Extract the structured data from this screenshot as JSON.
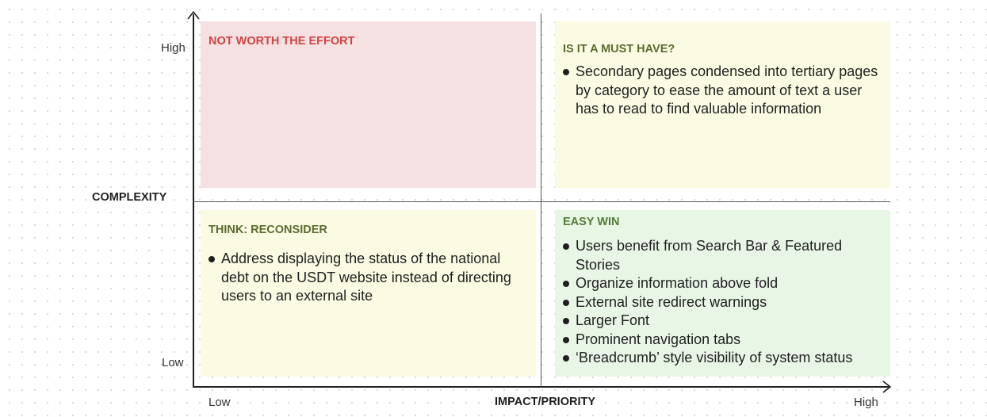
{
  "axes": {
    "y_label": "COMPLEXITY",
    "y_high": "High",
    "y_low": "Low",
    "x_label": "IMPACT/PRIORITY",
    "x_low": "Low",
    "x_high": "High"
  },
  "quadrants": {
    "top_left": {
      "title": "NOT WORTH THE EFFORT",
      "items": []
    },
    "top_right": {
      "title": "IS IT A MUST HAVE?",
      "items": [
        "Secondary pages condensed into tertiary pages by category to ease the amount of text a user has to read to find valuable information"
      ]
    },
    "bottom_left": {
      "title": "THINK: RECONSIDER",
      "items": [
        "Address displaying the status of the national debt on the USDT website instead of directing users to an external site"
      ]
    },
    "bottom_right": {
      "title": "EASY WIN",
      "items": [
        "Users benefit from Search Bar & Featured Stories",
        "Organize information above fold",
        "External site redirect warnings",
        "Larger Font",
        "Prominent navigation tabs",
        "‘Breadcrumb’ style visibility of system status"
      ]
    }
  },
  "colors": {
    "top_left_fill": "#f5e1e1",
    "top_right_fill": "#fbfbe4",
    "bottom_left_fill": "#fbfbe4",
    "bottom_right_fill": "#e8f7e5",
    "top_left_title": "#d14343",
    "warm_title": "#5b6b2f",
    "green_title": "#557a38"
  }
}
